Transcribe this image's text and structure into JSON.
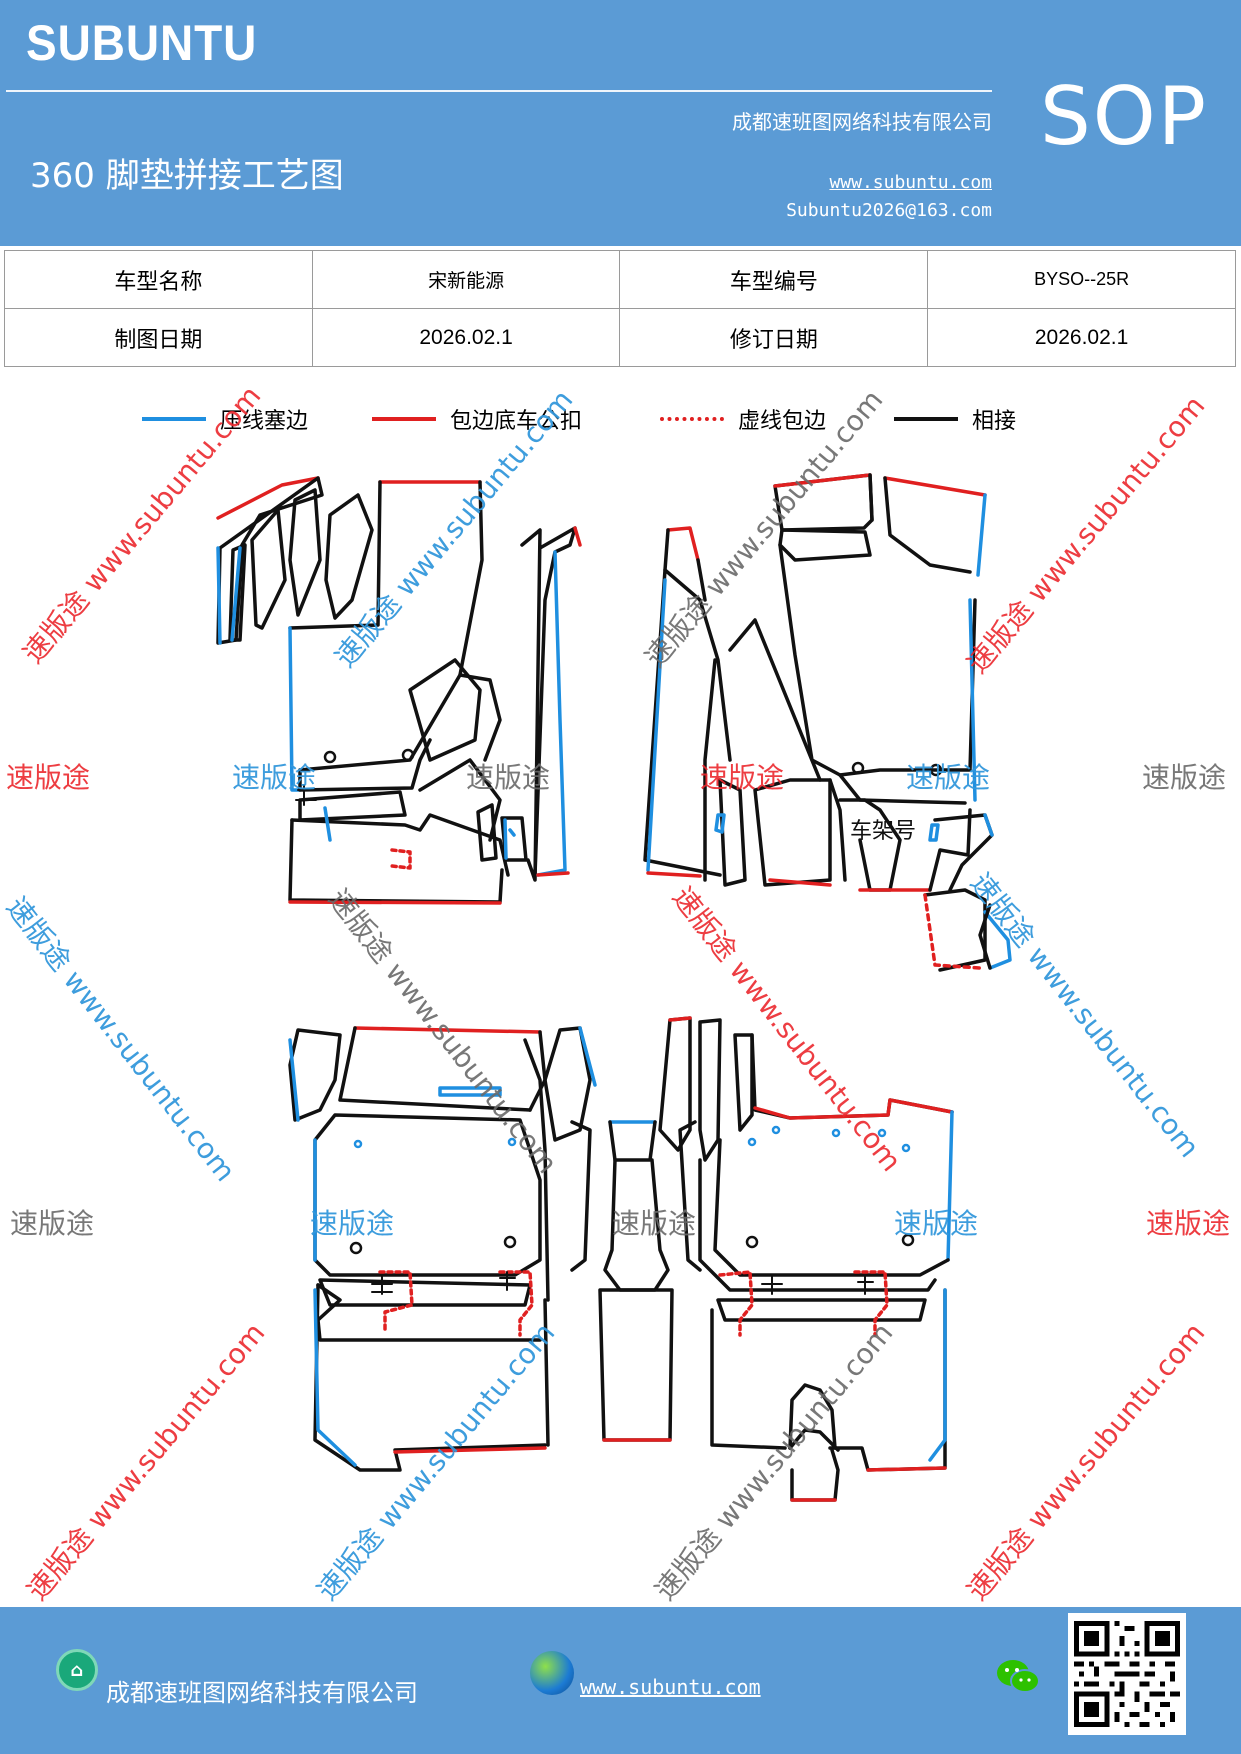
{
  "header": {
    "brand": "SUBUNTU",
    "company": "成都速班图网络科技有限公司",
    "title": "360 脚垫拼接工艺图",
    "website": "www.subuntu.com",
    "email": "Subuntu2026@163.com",
    "sop": "SOP"
  },
  "info": {
    "model_name_label": "车型名称",
    "model_name": "宋新能源",
    "model_code_label": "车型编号",
    "model_code": "BYSO--25R",
    "draw_date_label": "制图日期",
    "draw_date": "2026.02.1",
    "revise_date_label": "修订日期",
    "revise_date": "2026.02.1"
  },
  "legend": {
    "blue": "压线塞边",
    "red": "包边底车公扣",
    "dotted": "虚线包边",
    "black": "相接"
  },
  "colors": {
    "header_bg": "#5b9bd5",
    "blue_line": "#1f8fe0",
    "red_line": "#e02020",
    "black_line": "#111111"
  },
  "diagram": {
    "frame_label": "车架号"
  },
  "watermark": {
    "brand": "速版途",
    "url": "www.subuntu.com",
    "brand_url": "速版途 www.subuntu.com"
  },
  "footer": {
    "company": "成都速班图网络科技有限公司",
    "website": "www.subuntu.com",
    "icons": [
      "home-icon",
      "globe-icon",
      "wechat-icon",
      "qr-code"
    ]
  }
}
